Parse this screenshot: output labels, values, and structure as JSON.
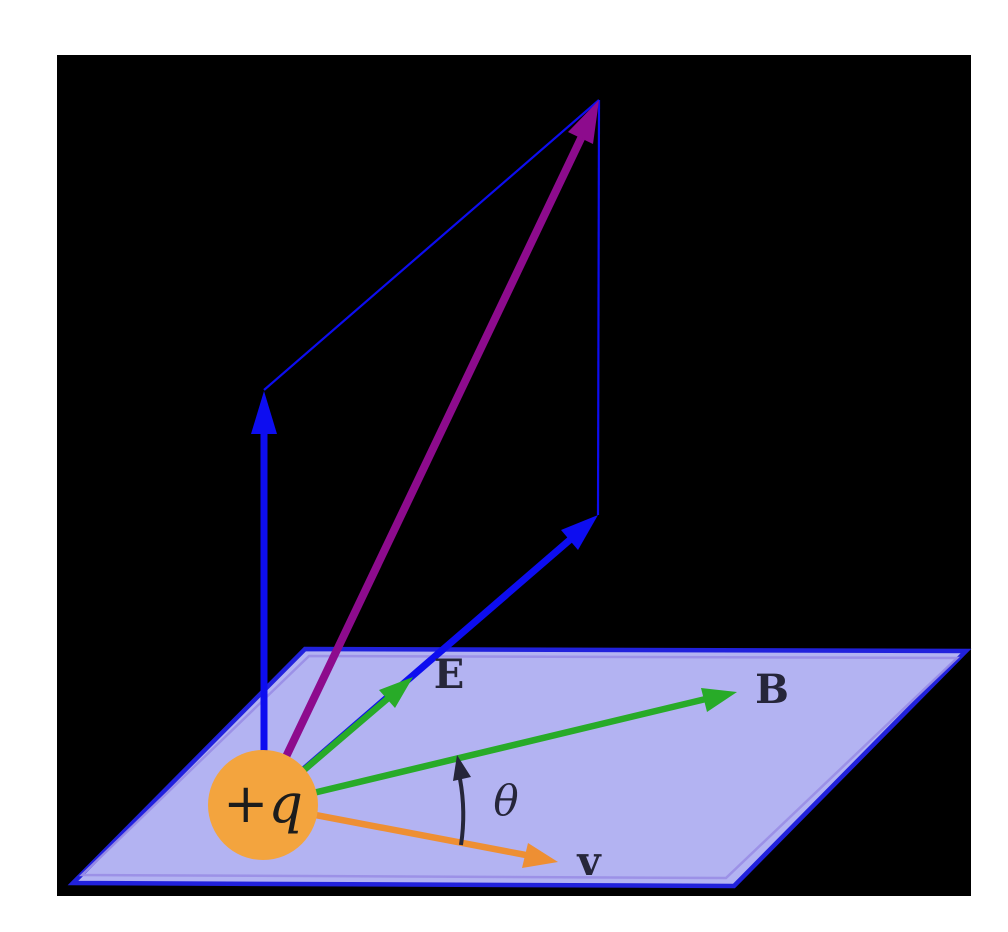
{
  "labels": {
    "charge": "+q",
    "electric_field": "E",
    "magnetic_field": "B",
    "velocity": "v",
    "angle": "θ"
  },
  "colors": {
    "background": "#000000",
    "page": "#ffffff",
    "plane_fill": "#b3b3f2",
    "plane_edge": "#2121dc",
    "plane_edge_inner": "#9b8fe6",
    "field_green": "#28ab28",
    "velocity_orange": "#ee8f33",
    "force_blue": "#0d0df0",
    "net_force_purple": "#8d0b8d",
    "charge_fill": "#f3a43e",
    "charge_text": "#1c1c1c",
    "annotation_dark": "#26263a"
  }
}
